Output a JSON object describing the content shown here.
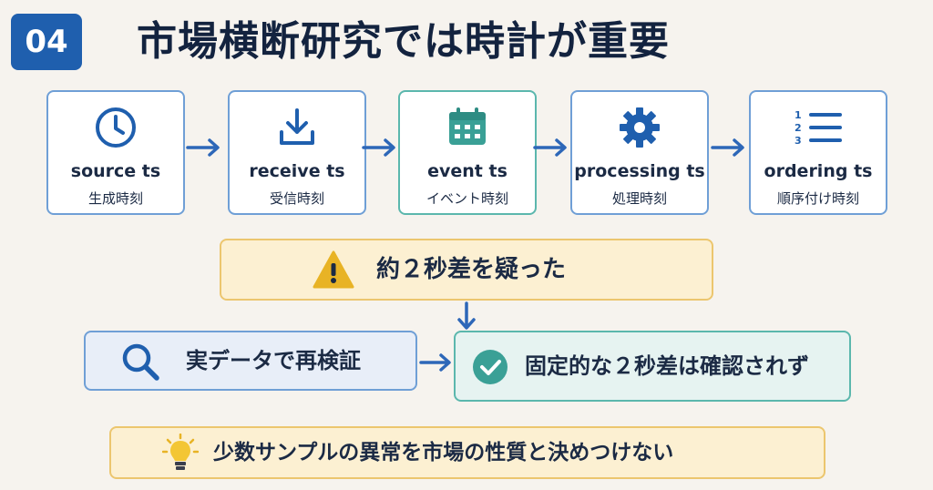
{
  "badge": "04",
  "title": "市場横断研究では時計が重要",
  "timestamps": [
    {
      "en": "source ts",
      "ja": "生成時刻",
      "icon": "clock-icon"
    },
    {
      "en": "receive ts",
      "ja": "受信時刻",
      "icon": "download-icon"
    },
    {
      "en": "event ts",
      "ja": "イベント時刻",
      "icon": "calendar-icon"
    },
    {
      "en": "processing ts",
      "ja": "処理時刻",
      "icon": "gear-icon"
    },
    {
      "en": "ordering ts",
      "ja": "順序付け時刻",
      "icon": "numbered-list-icon"
    }
  ],
  "doubt": {
    "text": "約２秒差を疑った",
    "icon": "warning-icon"
  },
  "recheck": {
    "text": "実データで再検証",
    "icon": "search-icon"
  },
  "confirm": {
    "text": "固定的な２秒差は確認されず",
    "icon": "check-circle-icon"
  },
  "tip": {
    "text": "少数サンプルの異常を市場の性質と決めつけない",
    "icon": "lightbulb-icon"
  },
  "colors": {
    "primary": "#1f5fae",
    "teal": "#3aa096",
    "amber": "#e8b325",
    "arrow": "#2d67b8"
  }
}
